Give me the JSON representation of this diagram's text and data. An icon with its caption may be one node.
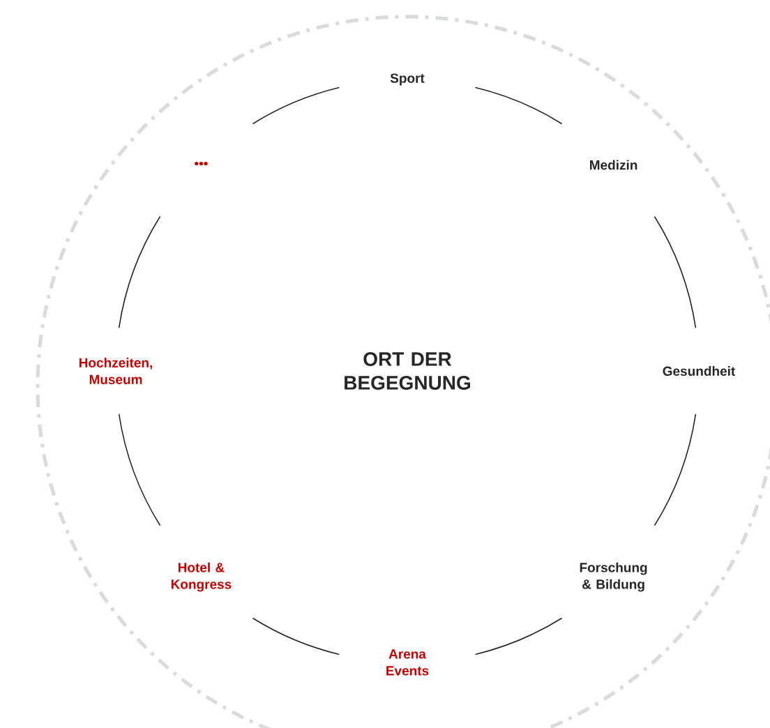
{
  "diagram": {
    "nodes": [
      {
        "text": [
          "Sport"
        ]
      },
      {
        "text": [
          "Medizin"
        ]
      },
      {
        "text": [
          "Gesundheit"
        ]
      },
      {
        "text": [
          "Forschung & Bildung"
        ]
      },
      {
        "text": [
          "Arena Events"
        ]
      },
      {
        "text": [
          "Hotel & Kongress"
        ]
      },
      {
        "text": [
          "Hochzeiten, Museum"
        ]
      },
      {
        "text": [
          "•••"
        ]
      },
      {
        "text": [
          "ORT DER BEGEGNUNG"
        ]
      }
    ],
    "edges": [
      {
        "from": 0,
        "to": 1,
        "arrow": "none"
      },
      {
        "from": 1,
        "to": 2,
        "arrow": "none"
      },
      {
        "from": 2,
        "to": 3,
        "arrow": "none"
      },
      {
        "from": 3,
        "to": 4,
        "arrow": "none"
      },
      {
        "from": 4,
        "to": 5,
        "arrow": "none"
      },
      {
        "from": 5,
        "to": 6,
        "arrow": "none"
      },
      {
        "from": 6,
        "to": 7,
        "arrow": "none"
      },
      {
        "from": 7,
        "to": 0,
        "arrow": "none"
      }
    ]
  }
}
